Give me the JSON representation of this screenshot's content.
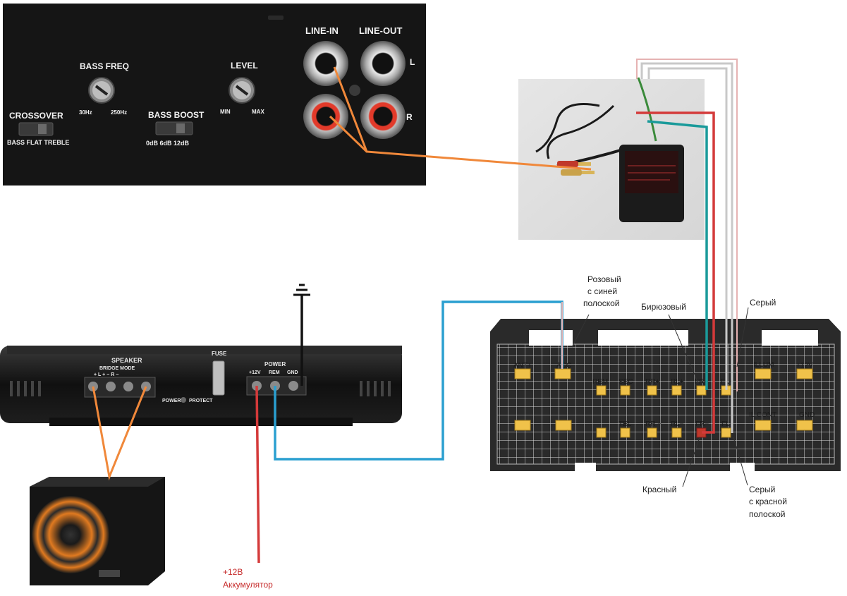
{
  "headunit_panel": {
    "crossover_label": "CROSSOVER",
    "crossover_options": "BASS  FLAT  TREBLE",
    "bass_freq_label": "BASS FREQ",
    "bass_freq_min": "30Hz",
    "bass_freq_max": "250Hz",
    "bass_boost_label": "BASS BOOST",
    "bass_boost_options": "0dB    6dB    12dB",
    "level_label": "LEVEL",
    "level_min": "MIN",
    "level_max": "MAX",
    "line_in_label": "LINE-IN",
    "line_out_label": "LINE-OUT",
    "channel_l": "L",
    "channel_r": "R"
  },
  "amplifier": {
    "speaker_label": "SPEAKER",
    "bridge_mode_label": "BRIDGE MODE",
    "terminal_labels": "+  L  +  −  R  −",
    "fuse_label": "FUSE",
    "power_label": "POWER",
    "plus12_label": "+12V",
    "rem_label": "REM",
    "gnd_label": "GND",
    "power_led_label": "POWER",
    "protect_led_label": "PROTECT"
  },
  "connector": {
    "top_row": [
      {
        "id": "ant",
        "label": "ANT+"
      },
      {
        "id": "acc",
        "label": "ACC"
      },
      {
        "id": "rem",
        "label": "REM"
      },
      {
        "id": "sec",
        "label": "SEC"
      },
      {
        "id": "rr-plus",
        "label": "RR+"
      },
      {
        "id": "rl-plus",
        "label": "RL+"
      },
      {
        "id": "fr-plus",
        "label": "FR+"
      },
      {
        "id": "fl-plus",
        "label": "FL+"
      },
      {
        "id": "illum",
        "label": "ILLUM"
      },
      {
        "id": "plus12v",
        "label": "+12V"
      }
    ],
    "bottom_row": [
      {
        "id": "bottom-1",
        "label": ""
      },
      {
        "id": "bottom-2",
        "label": ""
      },
      {
        "id": "bottom-3",
        "label": ""
      },
      {
        "id": "tel",
        "label": "TEL"
      },
      {
        "id": "rr-minus",
        "label": "RR −"
      },
      {
        "id": "rl-minus",
        "label": "RL−"
      },
      {
        "id": "fr-minus",
        "label": "FR−"
      },
      {
        "id": "fl-minus",
        "label": "FL−"
      },
      {
        "id": "il-cont",
        "label": "IL CONT"
      },
      {
        "id": "gnd",
        "label": "GND"
      }
    ]
  },
  "annotations": {
    "pink_blue_line1": "Розовый",
    "pink_blue_line2": "с синей",
    "pink_blue_line3": "полоской",
    "turquoise": "Бирюзовый",
    "gray": "Серый",
    "red": "Красный",
    "gray_red_line1": "Серый",
    "gray_red_line2": "с красной",
    "gray_red_line3": "полоской",
    "battery_line1": "+12В",
    "battery_line2": "Аккумулятор"
  },
  "colors": {
    "wire_orange": "#f0883a",
    "wire_blue": "#2a9fd0",
    "wire_red": "#d43a3a",
    "wire_teal": "#1a9a9a",
    "wire_gray": "#c8c8c8",
    "wire_pink": "#e6b3b3",
    "pin_fill": "#f0c24a",
    "panel_bg": "#151515",
    "connector_outline": "#2a2a2a"
  }
}
